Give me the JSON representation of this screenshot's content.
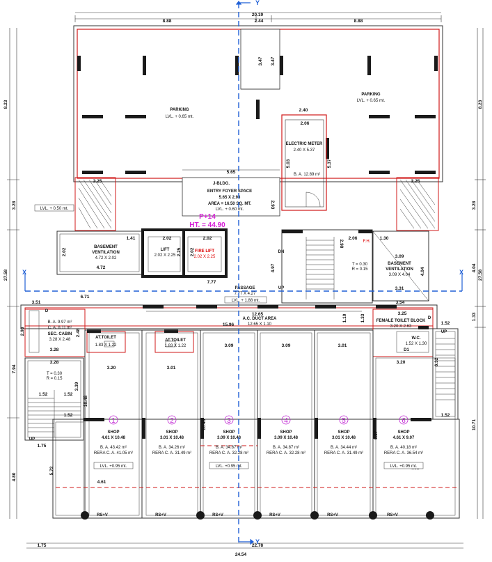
{
  "dims": {
    "top_total": "20.19",
    "top_left": "8.88",
    "top_mid": "2.44",
    "top_right": "8.88",
    "bottom_total": "24.54",
    "bottom_inner": "22.78",
    "bottom_left": "1.75",
    "left_side_1": "8.23",
    "left_side_2": "3.28",
    "left_side_3": "27.58",
    "left_side_4": "7.94",
    "left_side_5": "4.80",
    "right_side_1": "8.23",
    "right_side_2": "3.28",
    "right_side_3": "4.04",
    "right_side_4": "27.58",
    "right_side_5": "1.33",
    "right_side_6": "10.71",
    "stair_upper_left": "3.47",
    "stair_upper_right": "3.47",
    "em_w": "2.40",
    "em_w2": "2.06",
    "em_h": "5.03",
    "em_h2": "5.37",
    "lobby_w": "5.65",
    "lobby_side": "2.93",
    "bv_left_top": "2.25",
    "bv_right_top": "2.25",
    "d141": "1.41",
    "d202a": "2.02",
    "d202b": "2.02",
    "d202c": "2.02",
    "d225": "2.25",
    "d202d": "2.02",
    "d472": "4.72",
    "d777": "7.77",
    "d671": "6.71",
    "d351": "3.51",
    "d1265": "12.65",
    "d1596": "15.96",
    "d110": "1.10",
    "d133": "1.33",
    "d354": "3.54",
    "d130a": "1.30",
    "d206b": "2.06",
    "d309": "3.09",
    "d404": "4.04",
    "d331": "3.31",
    "d497": "4.97",
    "d298": "2.98",
    "d293": "2.93",
    "d248": "2.48",
    "d328": "3.28",
    "d339": "3.39",
    "d1048a": "10.48",
    "d152a": "1.52",
    "d152b": "1.52",
    "d152c": "1.52",
    "d152d": "1.52",
    "d152e": "1.52",
    "d632": "6.32",
    "d320a": "3.20",
    "d301a": "3.01",
    "d309b": "3.09",
    "d309c": "3.09",
    "d301b": "3.01",
    "d320b": "3.20",
    "d1048b": "10.48",
    "d907": "9.07",
    "d572": "5.72",
    "d461a": "4.61",
    "d461b": "4.61",
    "d175": "1.75",
    "d325": "3.25"
  },
  "parking_left": {
    "title": "PARKING",
    "lvl": "LVL. + 0.65 mt."
  },
  "parking_right": {
    "title": "PARKING",
    "lvl": "LVL. + 0.65 mt."
  },
  "electric_meter": {
    "title": "ELECTRIC METER",
    "size": "2.40 X 5.37",
    "ba": "B. A. 12.89 m²"
  },
  "bldg": {
    "name": "J-BLDG.",
    "sub": "ENTRY FOYER SPACE",
    "size": "5.65 X 2.93",
    "area": "AREA = 16.50 SQ. MT.",
    "lvl": "LVL. + 0.60 mt."
  },
  "height": {
    "floors": "P+14",
    "ht": "HT. = 44.90"
  },
  "lvl_left": "LVL. + 0.50 mt.",
  "bv_left": {
    "title": "BASEMENT",
    "title2": "VENTILATION",
    "size": "4.72 X 2.02"
  },
  "bv_right": {
    "title": "BASEMENT",
    "title2": "VENTILATION",
    "size": "3.09 X 4.04"
  },
  "lift": {
    "title": "LIFT",
    "size": "2.02 X 2.25"
  },
  "fire_lift": {
    "title": "FIRE LIFT",
    "size": "2.02 X 2.25"
  },
  "passage": {
    "title": "PASSAGE",
    "size": "7.77 X 4.27",
    "lvl": "LVL. + 1.88 mt."
  },
  "stair": {
    "dn": "DN",
    "up": "UP",
    "tr": "T = 0.30",
    "rr": "R = 0.15",
    "fh": "F.H."
  },
  "duct": {
    "title": "A.C. DUCT AREA",
    "size": "12.65 X 1.10"
  },
  "sec_cabin": {
    "ba": "B. A. 9.97 m²",
    "ca": "C. A. 8.11 m²",
    "title": "SEC. CABIN",
    "size": "3.28 X 2.48",
    "door": "D"
  },
  "female_toilet": {
    "title": "FEMALE TOILET BLOCK",
    "size": "3.20 X 2.63",
    "door": "D"
  },
  "wc": {
    "title": "W.C.",
    "size": "1.52 X 1.30",
    "door": "D1"
  },
  "at_toilet_1": {
    "title": "AT.TOILET",
    "size": "1.83 X 1.22"
  },
  "at_toilet_2": {
    "title": "AT.TOILET",
    "size": "1.83 X 1.22"
  },
  "left_stair": {
    "tr": "T = 0.30",
    "rr": "R = 0.15",
    "up": "UP"
  },
  "right_stair": {
    "up": "UP"
  },
  "shops": [
    {
      "num": "1",
      "title": "SHOP",
      "size": "4.61 X 10.48",
      "ba": "B. A. 43.42 m²",
      "ca": "RERA C. A. 41.05 m²",
      "lvl": "LVL. +0.95 mt.",
      "rs": "RS+V"
    },
    {
      "num": "2",
      "title": "SHOP",
      "size": "3.01 X 10.48",
      "ba": "B. A. 34.26 m²",
      "ca": "RERA C. A. 31.49 m²",
      "lvl": "",
      "rs": "RS+V"
    },
    {
      "num": "3",
      "title": "SHOP",
      "size": "3.09 X 10.48",
      "ba": "B. A. 34.87 m²",
      "ca": "RERA C. A. 32.28 m²",
      "lvl": "LVL. +0.95 mt.",
      "rs": "RS+V"
    },
    {
      "num": "4",
      "title": "SHOP",
      "size": "3.09 X 10.48",
      "ba": "B. A. 34.87 m²",
      "ca": "RERA C. A. 32.28 m²",
      "lvl": "",
      "rs": "RS+V"
    },
    {
      "num": "5",
      "title": "SHOP",
      "size": "3.01 X 10.48",
      "ba": "B. A. 34.44 m²",
      "ca": "RERA C. A. 31.49 m²",
      "lvl": "",
      "rs": "RS+V"
    },
    {
      "num": "6",
      "title": "SHOP",
      "size": "4.61 X 9.07",
      "ba": "B. A. 40.18 m²",
      "ca": "RERA C. A. 36.54 m²",
      "lvl": "LVL. +0.95 mt.",
      "rs": "RS+V"
    }
  ],
  "axes": {
    "y_top": "Y",
    "y_bottom": "Y",
    "x_left": "X",
    "x_right": "X"
  },
  "colors": {
    "wall_red": "#d01818",
    "axis_blue": "#1f5fd6",
    "magenta": "#d61fd6",
    "wall_black": "#1a1a1a"
  }
}
